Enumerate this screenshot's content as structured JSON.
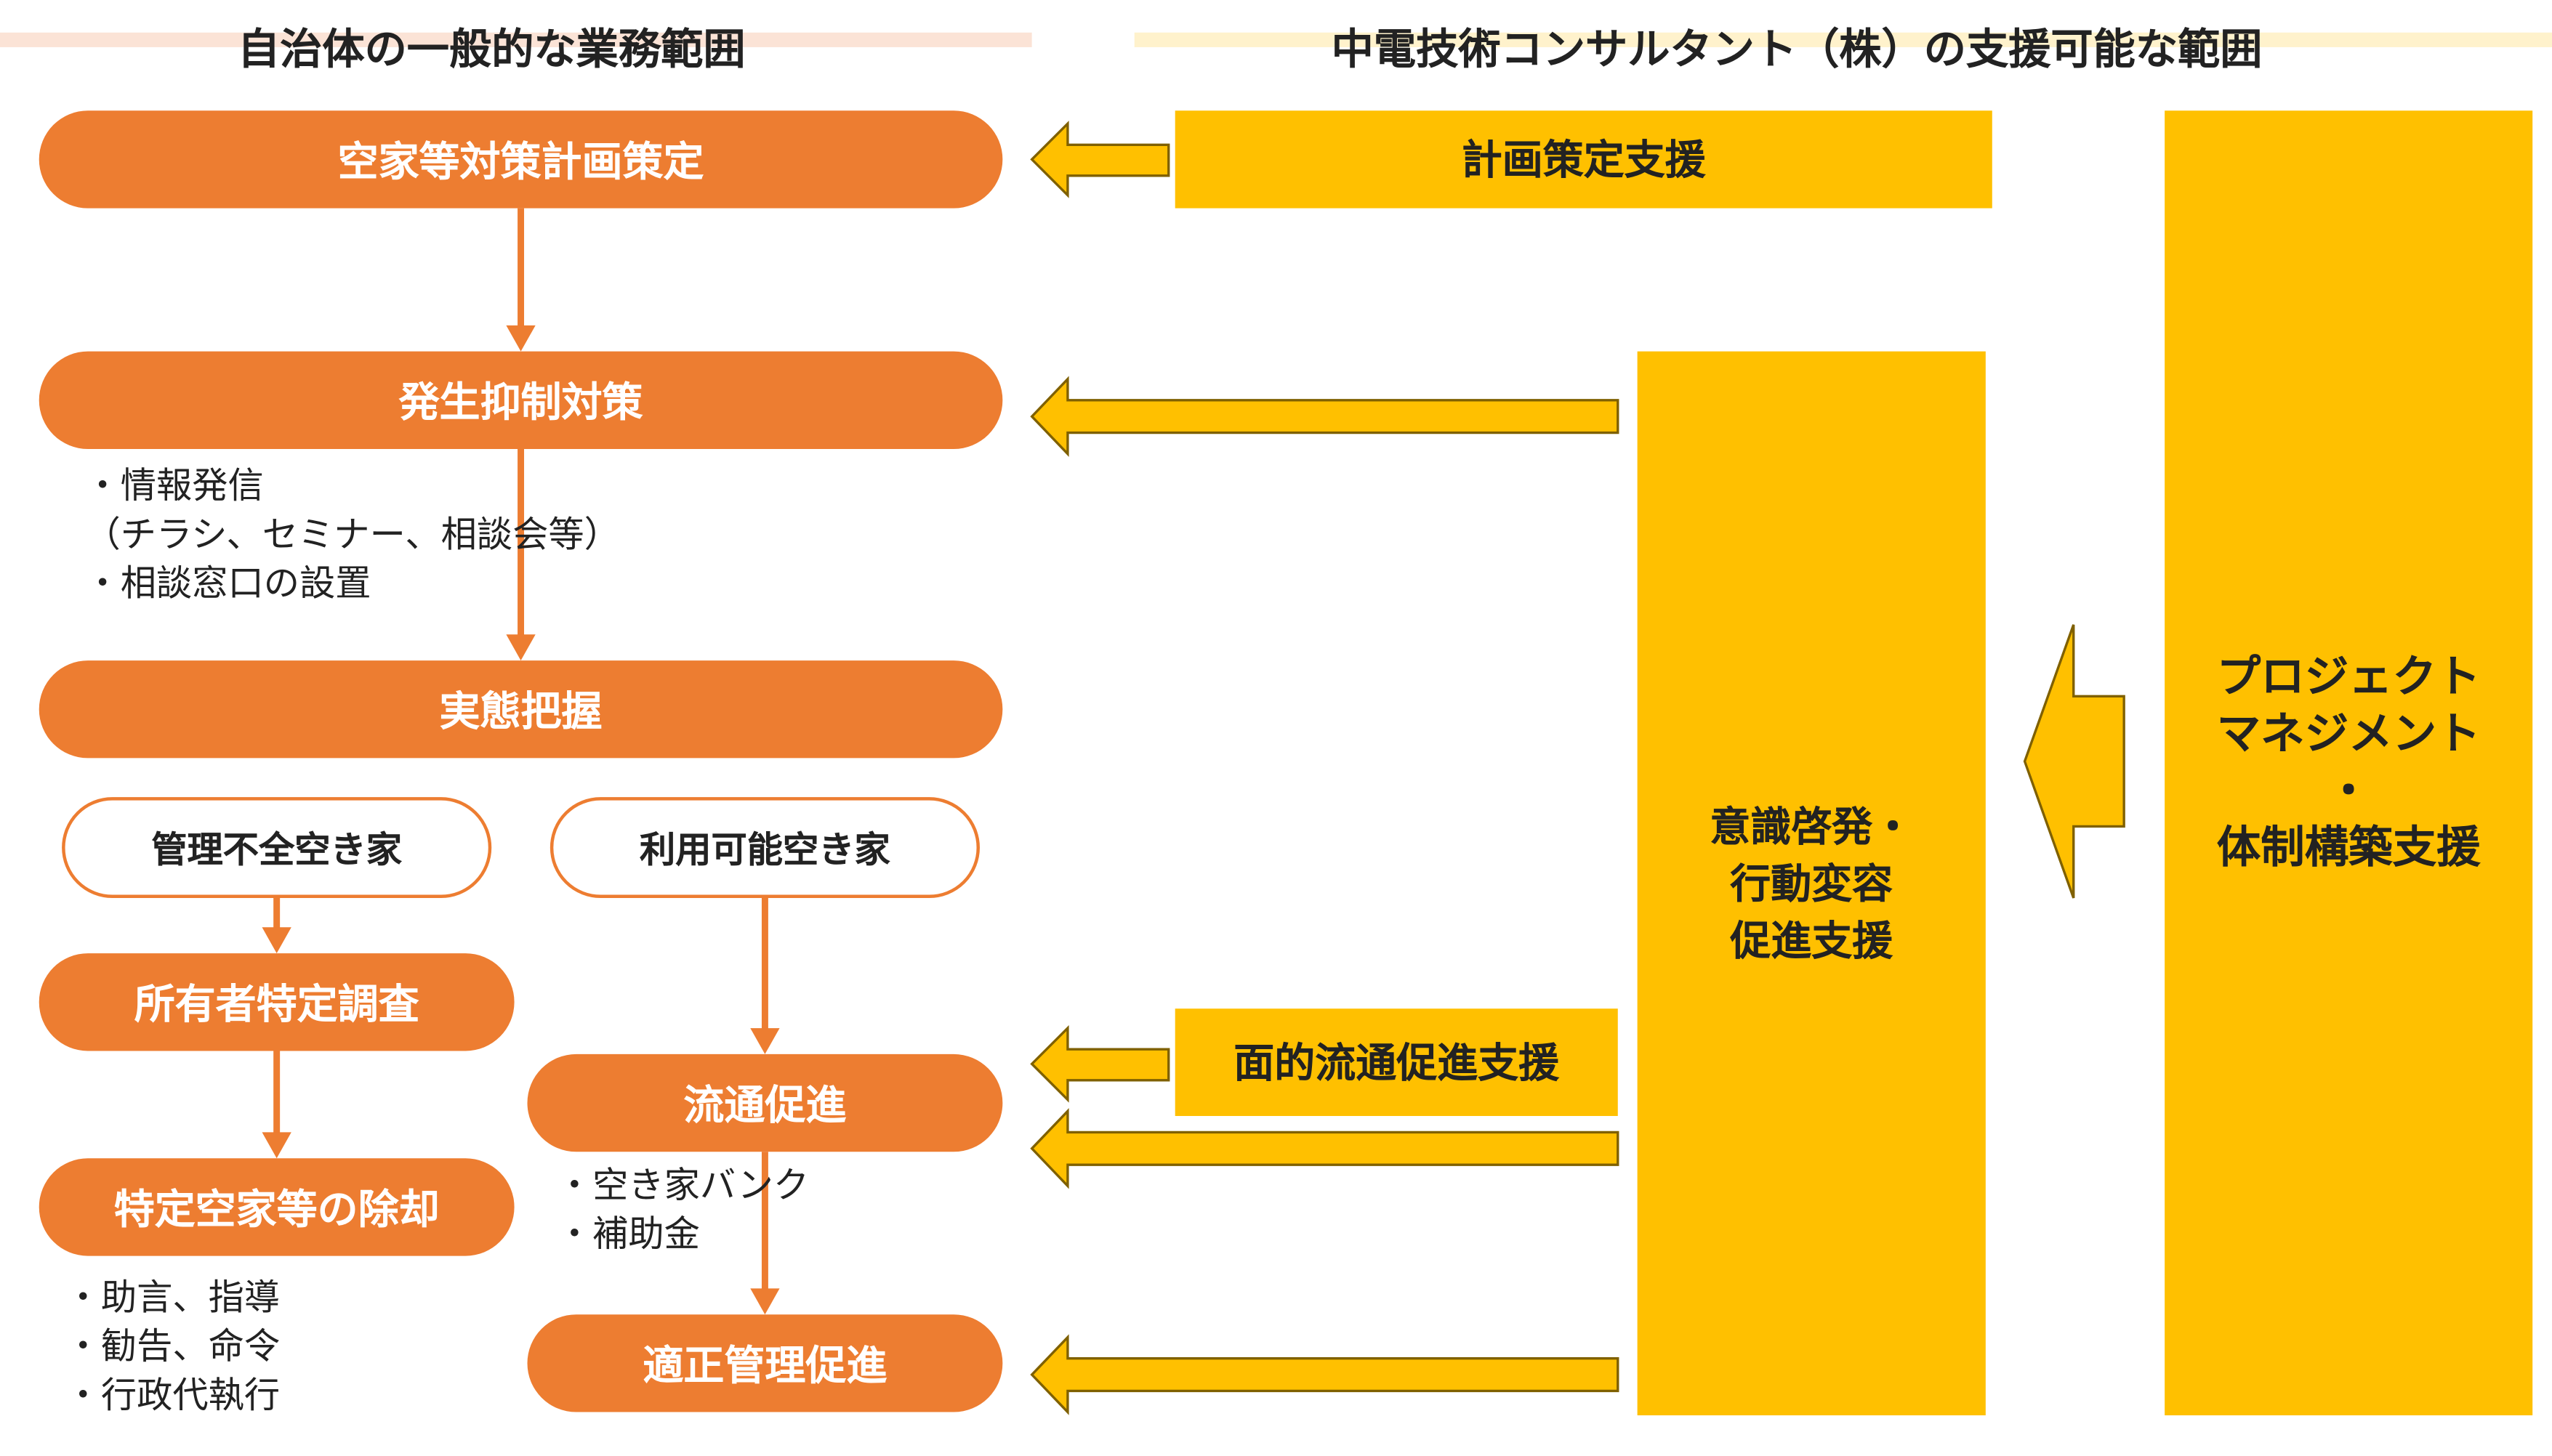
{
  "headers": {
    "left": "自治体の一般的な業務範囲",
    "right": "中電技術コンサルタント（株）の支援可能な範囲"
  },
  "colors": {
    "orange": "#ED7D31",
    "yellow": "#FFC000",
    "header_left_bar": "#FBE3D6",
    "header_right_bar": "#FFF2CC",
    "arrow_outline": "#7F6000"
  },
  "flow": {
    "plan": "空家等対策計画策定",
    "prevention": "発生抑制対策",
    "prevention_notes": [
      "・情報発信",
      "（チラシ、セミナー、相談会等）",
      "・相談窓口の設置"
    ],
    "survey": "実態把握",
    "branch_left": "管理不全空き家",
    "branch_right": "利用可能空き家",
    "owner_id": "所有者特定調査",
    "removal": "特定空家等の除却",
    "removal_notes": [
      "・助言、指導",
      "・勧告、命令",
      "・行政代執行"
    ],
    "circulation": "流通促進",
    "circulation_notes": [
      "・空き家バンク",
      "・補助金"
    ],
    "management": "適正管理促進"
  },
  "support": {
    "plan_support": "計画策定支援",
    "awareness": [
      "意識啓発・",
      "行動変容",
      "促進支援"
    ],
    "area_circulation": "面的流通促進支援",
    "pm": [
      "プロジェクト",
      "マネジメント",
      "・",
      "体制構築支援"
    ]
  },
  "icons": {
    "flow_arrow": "down-arrow-icon",
    "support_arrow": "left-block-arrow-icon"
  }
}
